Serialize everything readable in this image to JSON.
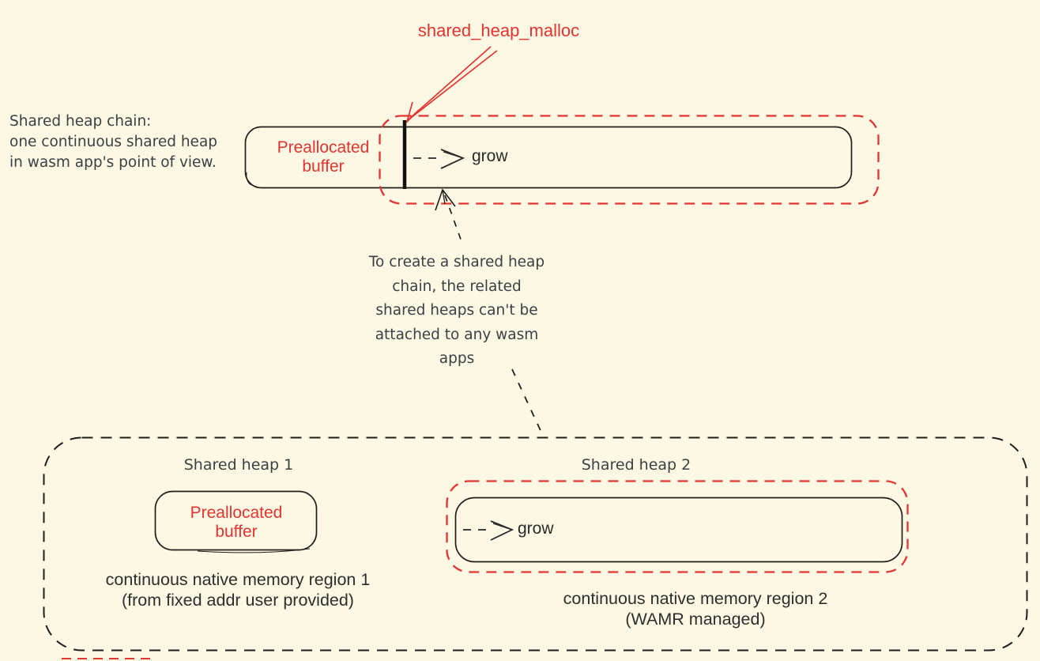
{
  "colors": {
    "background": "#FCF8E3",
    "red": "#E23430",
    "ink": "#1E1E1E",
    "text_dark": "#3B4045"
  },
  "top": {
    "malloc_label": "shared_heap_malloc",
    "caption": {
      "line1": "Shared heap chain:",
      "line2": "one continuous shared heap",
      "line3": "in wasm app's point of view."
    },
    "buffer": {
      "line1": "Preallocated",
      "line2": "buffer"
    },
    "grow_label": "grow"
  },
  "note": {
    "line1": "To create a shared heap",
    "line2": "chain, the related",
    "line3": "shared heaps can't be",
    "line4": "attached to any wasm",
    "line5": "apps"
  },
  "bottom": {
    "heap1": {
      "title": "Shared heap 1",
      "buffer": {
        "line1": "Preallocated",
        "line2": "buffer"
      },
      "caption": {
        "line1": "continuous native memory region 1",
        "line2": "(from fixed addr user provided)"
      }
    },
    "heap2": {
      "title": "Shared heap 2",
      "grow_label": "grow",
      "caption": {
        "line1": "continuous native memory region 2",
        "line2": "(WAMR managed)"
      }
    }
  }
}
